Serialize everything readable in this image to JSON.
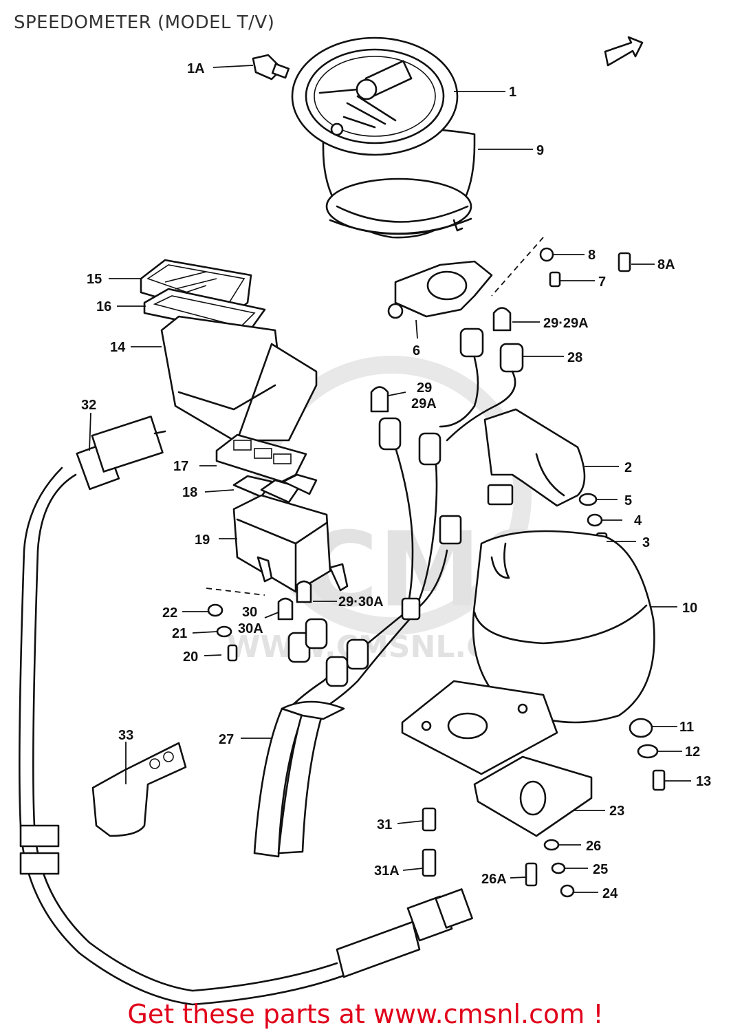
{
  "title": "SPEEDOMETER (MODEL T/V)",
  "footer": "Get these parts at www.cmsnl.com !",
  "watermark": {
    "brand": "CMS",
    "url": "WWW.CMSNL.COM"
  },
  "colors": {
    "footer": "#e0001b",
    "lines": "#111111",
    "watermark": "#e2e2e2"
  },
  "callouts": {
    "c1A": "1A",
    "c1": "1",
    "c9": "9",
    "c8": "8",
    "c8A": "8A",
    "c7": "7",
    "c15": "15",
    "c16": "16",
    "c14": "14",
    "c6": "6",
    "c2929A_top": "29·29A",
    "c28": "28",
    "c29": "29",
    "c29A": "29A",
    "c32": "32",
    "c17": "17",
    "c18": "18",
    "c19": "19",
    "c2": "2",
    "c5": "5",
    "c4": "4",
    "c3": "3",
    "c10": "10",
    "c2930A": "29·30A",
    "c22": "22",
    "c30": "30",
    "c30A": "30A",
    "c21": "21",
    "c20": "20",
    "c33": "33",
    "c27": "27",
    "c11": "11",
    "c12": "12",
    "c13": "13",
    "c23": "23",
    "c31": "31",
    "c26": "26",
    "c31A": "31A",
    "c26A": "26A",
    "c25": "25",
    "c24": "24"
  }
}
